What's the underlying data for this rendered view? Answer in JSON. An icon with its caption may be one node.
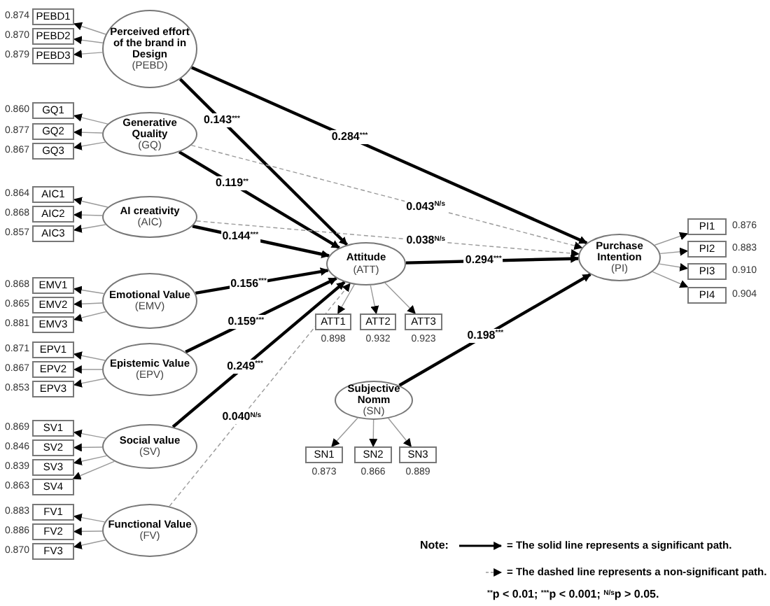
{
  "diagram": {
    "nodes": [
      {
        "text": [
          "Perceived effort of the brand in Design",
          "(PEBD)"
        ]
      },
      {
        "text": [
          "PEBD1"
        ],
        "beside": [
          "0.874"
        ]
      },
      {
        "text": [
          "PEBD2"
        ],
        "beside": [
          "0.870"
        ]
      },
      {
        "text": [
          "PEBD3"
        ],
        "beside": [
          "0.879"
        ]
      },
      {
        "text": [
          "Generative Quality",
          "(GQ)"
        ]
      },
      {
        "text": [
          "GQ1"
        ],
        "beside": [
          "0.860"
        ]
      },
      {
        "text": [
          "GQ2"
        ],
        "beside": [
          "0.877"
        ]
      },
      {
        "text": [
          "GQ3"
        ],
        "beside": [
          "0.867"
        ]
      },
      {
        "text": [
          "AI creativity",
          "(AIC)"
        ]
      },
      {
        "text": [
          "AIC1"
        ],
        "beside": [
          "0.864"
        ]
      },
      {
        "text": [
          "AIC2"
        ],
        "beside": [
          "0.868"
        ]
      },
      {
        "text": [
          "AIC3"
        ],
        "beside": [
          "0.857"
        ]
      },
      {
        "text": [
          "Emotional Value",
          "(EMV)"
        ]
      },
      {
        "text": [
          "EMV1"
        ],
        "beside": [
          "0.868"
        ]
      },
      {
        "text": [
          "EMV2"
        ],
        "beside": [
          "0.865"
        ]
      },
      {
        "text": [
          "EMV3"
        ],
        "beside": [
          "0.881"
        ]
      },
      {
        "text": [
          "Epistemic Value",
          "(EPV)"
        ]
      },
      {
        "text": [
          "EPV1"
        ],
        "beside": [
          "0.871"
        ]
      },
      {
        "text": [
          "EPV2"
        ],
        "beside": [
          "0.867"
        ]
      },
      {
        "text": [
          "EPV3"
        ],
        "beside": [
          "0.853"
        ]
      },
      {
        "text": [
          "Social value",
          "(SV)"
        ]
      },
      {
        "text": [
          "SV1"
        ],
        "beside": [
          "0.869"
        ]
      },
      {
        "text": [
          "SV2"
        ],
        "beside": [
          "0.846"
        ]
      },
      {
        "text": [
          "SV3"
        ],
        "beside": [
          "0.839"
        ]
      },
      {
        "text": [
          "SV4"
        ],
        "beside": [
          "0.863"
        ]
      },
      {
        "text": [
          "Functional Value",
          "(FV)"
        ]
      },
      {
        "text": [
          "FV1"
        ],
        "beside": [
          "0.883"
        ]
      },
      {
        "text": [
          "FV2"
        ],
        "beside": [
          "0.886"
        ]
      },
      {
        "text": [
          "FV3"
        ],
        "beside": [
          "0.870"
        ]
      },
      {
        "text": [
          "Attitude",
          "(ATT)"
        ]
      },
      {
        "text": [
          "ATT1"
        ],
        "beside": [
          "0.898"
        ]
      },
      {
        "text": [
          "ATT2"
        ],
        "beside": [
          "0.932"
        ]
      },
      {
        "text": [
          "ATT3"
        ],
        "beside": [
          "0.923"
        ]
      },
      {
        "text": [
          "Purchase Intention",
          "(PI)"
        ]
      },
      {
        "text": [
          "PI1"
        ],
        "beside": [
          "0.876"
        ]
      },
      {
        "text": [
          "PI2"
        ],
        "beside": [
          "0.883"
        ]
      },
      {
        "text": [
          "PI3"
        ],
        "beside": [
          "0.910"
        ]
      },
      {
        "text": [
          "PI4"
        ],
        "beside": [
          "0.904"
        ]
      },
      {
        "text": [
          "Subjective Nomm",
          "(SN)"
        ]
      },
      {
        "text": [
          "SN1"
        ],
        "beside": [
          "0.873"
        ]
      },
      {
        "text": [
          "SN2"
        ],
        "beside": [
          "0.866"
        ]
      },
      {
        "text": [
          "SN3"
        ],
        "beside": [
          "0.889"
        ]
      }
    ],
    "edges": [
      {
        "from": 0,
        "to": 1,
        "arrow": "to"
      },
      {
        "from": 0,
        "to": 2,
        "arrow": "to"
      },
      {
        "from": 0,
        "to": 3,
        "arrow": "to"
      },
      {
        "from": 4,
        "to": 5,
        "arrow": "to"
      },
      {
        "from": 4,
        "to": 6,
        "arrow": "to"
      },
      {
        "from": 4,
        "to": 7,
        "arrow": "to"
      },
      {
        "from": 8,
        "to": 9,
        "arrow": "to"
      },
      {
        "from": 8,
        "to": 10,
        "arrow": "to"
      },
      {
        "from": 8,
        "to": 11,
        "arrow": "to"
      },
      {
        "from": 12,
        "to": 13,
        "arrow": "to"
      },
      {
        "from": 12,
        "to": 14,
        "arrow": "to"
      },
      {
        "from": 12,
        "to": 15,
        "arrow": "to"
      },
      {
        "from": 16,
        "to": 17,
        "arrow": "to"
      },
      {
        "from": 16,
        "to": 18,
        "arrow": "to"
      },
      {
        "from": 16,
        "to": 19,
        "arrow": "to"
      },
      {
        "from": 20,
        "to": 21,
        "arrow": "to"
      },
      {
        "from": 20,
        "to": 22,
        "arrow": "to"
      },
      {
        "from": 20,
        "to": 23,
        "arrow": "to"
      },
      {
        "from": 20,
        "to": 24,
        "arrow": "to"
      },
      {
        "from": 25,
        "to": 26,
        "arrow": "to"
      },
      {
        "from": 25,
        "to": 27,
        "arrow": "to"
      },
      {
        "from": 25,
        "to": 28,
        "arrow": "to"
      },
      {
        "from": 29,
        "to": 30,
        "arrow": "to"
      },
      {
        "from": 29,
        "to": 31,
        "arrow": "to"
      },
      {
        "from": 29,
        "to": 32,
        "arrow": "to"
      },
      {
        "from": 33,
        "to": 34,
        "arrow": "to"
      },
      {
        "from": 33,
        "to": 35,
        "arrow": "to"
      },
      {
        "from": 33,
        "to": 36,
        "arrow": "to"
      },
      {
        "from": 33,
        "to": 37,
        "arrow": "to"
      },
      {
        "from": 38,
        "to": 39,
        "arrow": "to"
      },
      {
        "from": 38,
        "to": 40,
        "arrow": "to"
      },
      {
        "from": 38,
        "to": 41,
        "arrow": "to"
      },
      {
        "from": 0,
        "to": 29,
        "arrow": "to",
        "label": "0.143$^{***}$",
        "style": "thick",
        "color": "#000000"
      },
      {
        "from": 4,
        "to": 29,
        "arrow": "to",
        "label": "0.119$^{**}$",
        "style": "thick",
        "color": "#000000"
      },
      {
        "from": 8,
        "to": 29,
        "arrow": "to",
        "label": "0.144$^{***}$",
        "style": "thick",
        "color": "#000000"
      },
      {
        "from": 12,
        "to": 29,
        "arrow": "to",
        "label": "0.156$^{***}$",
        "style": "thick",
        "color": "#000000"
      },
      {
        "from": 16,
        "to": 29,
        "arrow": "to",
        "label": "0.159$^{***}$",
        "style": "thick",
        "color": "#000000"
      },
      {
        "from": 20,
        "to": 29,
        "arrow": "to",
        "label": "0.249$^{***}$",
        "style": "thick",
        "color": "#000000"
      },
      {
        "from": 25,
        "to": 29,
        "arrow": "to",
        "label": "0.040$^{N/s}$",
        "style": "dashed"
      },
      {
        "from": 0,
        "to": 33,
        "arrow": "to",
        "label": "0.284$^{***}$",
        "style": "thick",
        "color": "#000000"
      },
      {
        "from": 4,
        "to": 33,
        "arrow": "to",
        "label": "0.043$^{N/s}$",
        "style": "dashed"
      },
      {
        "from": 8,
        "to": 33,
        "arrow": "to",
        "label": "0.038$^{N/s}$",
        "style": "dashed"
      },
      {
        "from": 29,
        "to": 33,
        "arrow": "to",
        "label": "0.294$^{***}$",
        "style": "thick",
        "color": "#000000"
      },
      {
        "from": 38,
        "to": 33,
        "arrow": "to",
        "label": "0.198$^{***}$",
        "style": "thick",
        "color": "#000000"
      }
    ],
    "labels": [
      "Note:",
      "$^{**}$p < 0.01; $^{***}$p < 0.001; $^{N/s}$p  >  0.05."
    ],
    "legend": [
      {
        "text": "= The solid line represents a significant path."
      },
      {
        "text": "= The dashed line represents a non-significant path."
      }
    ]
  }
}
